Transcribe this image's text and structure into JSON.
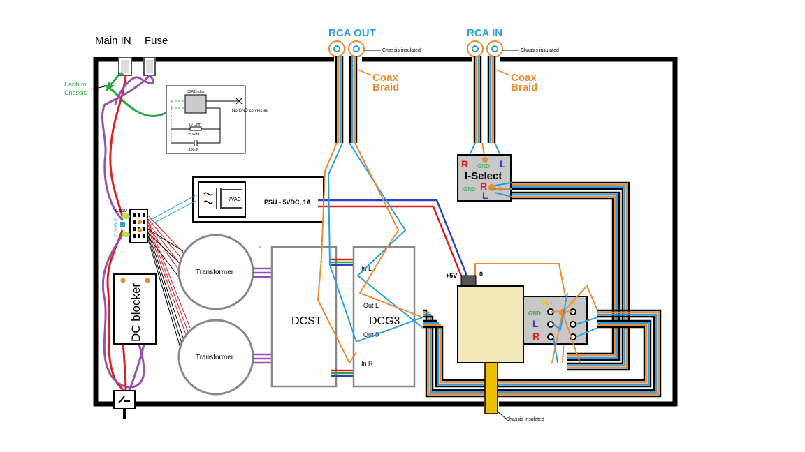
{
  "labels": {
    "main_in": "Main IN",
    "fuse": "Fuse",
    "earth_line1": "Earth to",
    "earth_line2": "Chassis",
    "rca_out": "RCA OUT",
    "rca_in": "RCA IN",
    "chassis_insulated": "Chassis insulated",
    "coax_line1": "Coax",
    "coax_line2": "Braid",
    "bridge": "35A Bridge",
    "no_gnd": "No GND connected",
    "resistor": "10 Ohm",
    "resistor_watt": "5 Watt",
    "capacitor": "100nF",
    "psu": "PSU - 5VDC, 1A",
    "psu_voltage": "7VAC",
    "c160": "C160",
    "cap_value": "0.0033uF",
    "dc_blocker": "DC blocker",
    "transformer": "Transformer",
    "dcst": "DCST",
    "dcg3": "DCG3",
    "in_l": "In L",
    "out_l": "Out L",
    "out_r": "Out R",
    "in_r": "In R",
    "iselect": "I-Select",
    "r": "R",
    "l": "L",
    "gnd": "GND",
    "plus5v": "+5V",
    "zero": "0",
    "out": "OUT",
    "in": "IN"
  },
  "colors": {
    "chassis": "#000000",
    "label_blue": "#2aa0e0",
    "coax_orange": "#f08a30",
    "earth_green": "#28a745",
    "mains_red": "#e02020",
    "mains_purple": "#9b4fb0",
    "signal_blue": "#2aa0e0",
    "dc_blue": "#3040c0",
    "box_gray": "#c8c8c8",
    "relay_fill": "#f2e8b8",
    "fuse_yellow": "#f0c000"
  }
}
